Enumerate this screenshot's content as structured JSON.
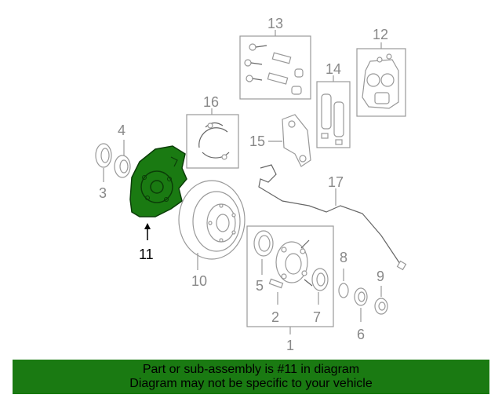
{
  "callouts": {
    "c1": "1",
    "c2": "2",
    "c3": "3",
    "c4": "4",
    "c5": "5",
    "c6": "6",
    "c7": "7",
    "c8": "8",
    "c9": "9",
    "c10": "10",
    "c11": "11",
    "c12": "12",
    "c13": "13",
    "c14": "14",
    "c15": "15",
    "c16": "16",
    "c17": "17"
  },
  "highlight_color": "#1a7a12",
  "banner": {
    "line1": "Part or sub-assembly is #11 in diagram",
    "line2": "Diagram may not be specific to your vehicle"
  }
}
